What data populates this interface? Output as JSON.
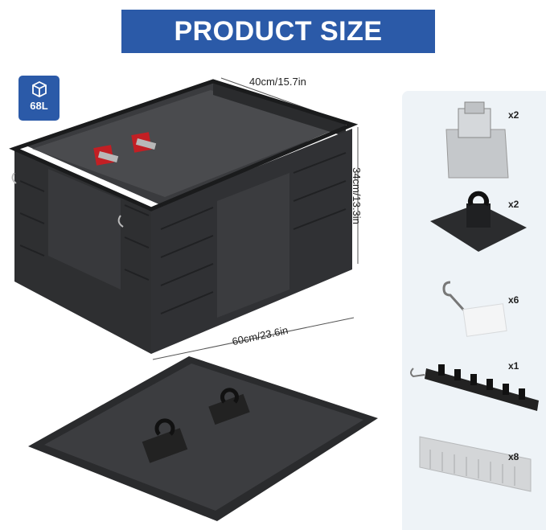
{
  "banner": {
    "title": "PRODUCT SIZE"
  },
  "capacity_badge": {
    "label": "68L",
    "icon": "box-cube-icon"
  },
  "dimensions": {
    "width": "40cm/15.7in",
    "height": "34cm/13.3in",
    "length": "60cm/23.6in"
  },
  "accessories": [
    {
      "name": "quick-connector-plate",
      "quantity": "x2"
    },
    {
      "name": "hook-mount",
      "quantity": "x2"
    },
    {
      "name": "s-hook-tag",
      "quantity": "x6"
    },
    {
      "name": "tool-holder-strip",
      "quantity": "x1"
    },
    {
      "name": "divider-comb",
      "quantity": "x8"
    }
  ],
  "colors": {
    "brand_blue": "#2b5aa8",
    "crate_black": "#2e2f31",
    "panel_bg": "#eef3f7"
  }
}
